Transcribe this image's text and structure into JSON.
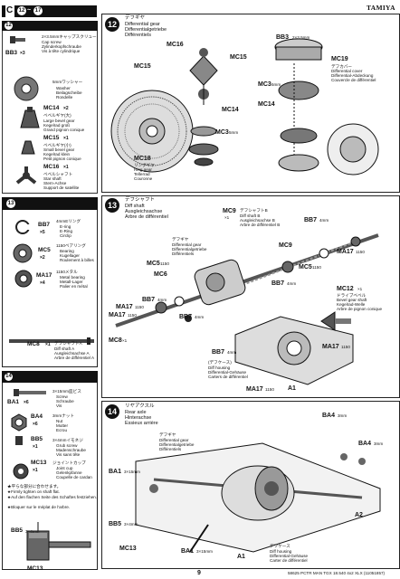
{
  "header": {
    "section_letter": "C",
    "range_from": "12",
    "range_to": "17",
    "brand": "TAMIYA"
  },
  "left_col": {
    "s12": {
      "num": "12",
      "parts": [
        {
          "code": "BB3",
          "qty": "×3",
          "lines": [
            "2×3.5mmキャップスクリュー",
            "Cap screw",
            "Zylinderkopfschraube",
            "Vis à tête cylindrique"
          ]
        },
        {
          "code": "",
          "qty": "",
          "lines": [
            "5mmワッシャー",
            "Washer",
            "Beilagscheibe",
            "Rondelle"
          ]
        },
        {
          "code": "MC14",
          "qty": "×2",
          "lines": [
            "ベベルギヤ(大)",
            "Large bevel gear",
            "Kegelrad groß",
            "Grand pignon conique"
          ]
        },
        {
          "code": "MC15",
          "qty": "×1",
          "lines": [
            "ベベルギヤ(小)",
            "Small bevel gear",
            "Kegelrad klein",
            "Petit pignon conique"
          ]
        },
        {
          "code": "MC16",
          "qty": "×1",
          "lines": [
            "ベベルシャフト",
            "Star shaft",
            "Stern-Achse",
            "Support de satellite"
          ]
        }
      ]
    },
    "s13": {
      "num": "13",
      "parts": [
        {
          "code": "BB7",
          "qty": "×5",
          "lines": [
            "4mmEリング",
            "E-ring",
            "E-Ring",
            "Circlip"
          ]
        },
        {
          "code": "MC5",
          "qty": "×2",
          "lines": [
            "1150ベアリング",
            "Bearing",
            "Kugellager",
            "Roulement à billes"
          ]
        },
        {
          "code": "MA17",
          "qty": "×4",
          "lines": [
            "1150メタル",
            "Metal bearing",
            "Metall-Lager",
            "Palier en métal"
          ]
        }
      ],
      "shaft": {
        "code": "MC8",
        "qty": "×1",
        "lines": [
          "デフシャフトA",
          "Diff shaft A",
          "Ausgleichsachse A",
          "Arbre de différentiel A"
        ]
      }
    },
    "s14": {
      "num": "14",
      "parts": [
        {
          "code": "BA1",
          "qty": "×6",
          "lines": [
            "3×15mm皿ビス",
            "Screw",
            "Schraube",
            "Vis"
          ]
        },
        {
          "code": "BA4",
          "qty": "×6",
          "lines": [
            "3mmナット",
            "Nut",
            "Mutter",
            "Ecrou"
          ]
        },
        {
          "code": "BB5",
          "qty": "×1",
          "lines": [
            "3×4mmイモネジ",
            "Grub screw",
            "Madenschraube",
            "Vis sans tête"
          ]
        },
        {
          "code": "MC13",
          "qty": "×1",
          "lines": [
            "ジョイントカップ",
            "Joint cup",
            "Gelenkpfanne",
            "Coupelle de cardan"
          ]
        }
      ],
      "note": [
        "★平らな部分に合わせます。",
        "★Firmly tighten on shaft flat.",
        "★Auf den flachen Seite des Schaftes festziehen.",
        "★Bloquer sur le méplat de l'arbre."
      ],
      "bb5_label": "BB5",
      "bb5_size": "3×4mm",
      "mc13_label": "MC13"
    }
  },
  "step12": {
    "num": "12",
    "title": [
      "デフギヤ",
      "Differential gear",
      "Differentialgetriebe",
      "Différentiels"
    ],
    "labels": {
      "mc16": "MC16",
      "mc15_a": "MC15",
      "mc15_b": "MC15",
      "bb3": "BB3",
      "bb3_size": "2×3.5mm",
      "mc19": "MC19",
      "mc3_a": "MC3",
      "mc3_a_size": "5mm",
      "mc14_a": "MC14",
      "mc14_b": "MC14",
      "mc3_b": "MC3",
      "mc3_b_size": "5mm",
      "mc18": "MC18"
    },
    "mc19_lines": [
      "デフカバー",
      "Differential cover",
      "Differential-Abdeckung",
      "Couvercle de différentiel"
    ],
    "mc18_lines": [
      "リングギヤ",
      "Ring gear",
      "Tellerrad",
      "Couronne"
    ]
  },
  "step13": {
    "num": "13",
    "title": [
      "デフシャフト",
      "Diff shaft",
      "Ausgleichsachse",
      "Arbre de différentiel"
    ],
    "labels": {
      "mc9_top": "MC9",
      "mc9_qty": "×1",
      "bb7_top": "BB7",
      "bb7_size": "4mm",
      "mc9": "MC9",
      "ma17_r": "MA17",
      "ma17_r_size": "1150",
      "mc5_a": "MC5",
      "mc5_a_size": "1150",
      "mc6": "MC6",
      "mc5_b": "MC5",
      "mc5_b_size": "1150",
      "bb7_b": "BB7",
      "bb7_b_size": "4mm",
      "mc12": "MC12",
      "mc12_qty": "×1",
      "ma17_l": "MA17",
      "ma17_l_size": "1150",
      "bb7_c": "BB7",
      "bb7_c_size": "4mm",
      "mc8": "MC8",
      "mc8_qty": "×1",
      "ma17_b": "MA17",
      "ma17_b_size": "1150",
      "bb7_d": "BB7",
      "bb7_d_size": "4mm",
      "ma17_d": "MA17",
      "ma17_d_size": "1150",
      "a1": "A1",
      "bb7_e": "BB7",
      "bb7_e_size": "4mm",
      "ma17_e": "MA17",
      "ma17_e_size": "1150"
    },
    "mc9_lines": [
      "デフシャフトB",
      "Diff shaft B",
      "Ausgleichsachse B",
      "Arbre de différentiel B"
    ],
    "diff_lines": [
      "デフギヤ",
      "Differential gear",
      "Differentialgetriebe",
      "Différentiels"
    ],
    "mc12_lines": [
      "ドライブベベル",
      "Bevel gear shaft",
      "Kegelrad-Welle",
      "Arbre de pignon conique"
    ],
    "case_lines": [
      "(デフケース)",
      "Diff housing",
      "Differential-Gehäuse",
      "Carters de différentiel"
    ]
  },
  "step14": {
    "num": "14",
    "title": [
      "リヤアクスル",
      "Rear axle",
      "Hinterachse",
      "Essieux arrière"
    ],
    "labels": {
      "ba4_a": "BA4",
      "ba4_a_size": "3mm",
      "ba4_b": "BA4",
      "ba4_b_size": "3mm",
      "ba1_a": "BA1",
      "ba1_a_size": "3×15mm",
      "ba1_b": "BA1",
      "ba1_b_size": "3×15mm",
      "bb5": "BB5",
      "bb5_size": "3×4mm",
      "mc13": "MC13",
      "a2": "A2",
      "a1": "A1"
    },
    "diff_lines": [
      "デフギヤ",
      "Differential gear",
      "Differentialgetriebe",
      "Différentiels"
    ],
    "case_lines": [
      "デフケース",
      "Diff housing",
      "Differential-Gehäuse",
      "Carter de différentiel"
    ]
  },
  "footer": {
    "page": "9",
    "code": "58625 PCTR MAN TGX 18.540 4x2 XLX (11051857)"
  }
}
